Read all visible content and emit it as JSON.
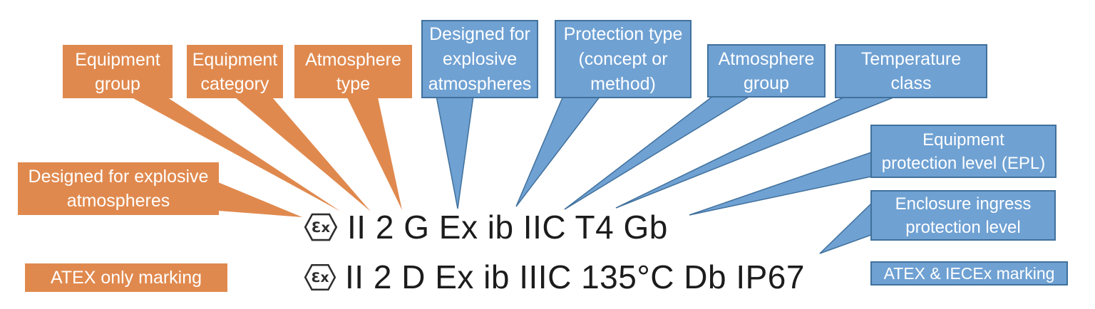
{
  "colors": {
    "orange_fill": "#e0894e",
    "blue_fill": "#6fa1d3",
    "blue_border": "#41719c",
    "marking_text": "#1c1c1c",
    "label_text": "#ffffff"
  },
  "callouts": {
    "equipment_group": [
      "Equipment",
      "group"
    ],
    "equipment_category": [
      "Equipment",
      "category"
    ],
    "atmosphere_type": [
      "Atmosphere",
      "type"
    ],
    "designed_for_explosive_atmospheres_blue": [
      "Designed for",
      "explosive",
      "atmospheres"
    ],
    "protection_type": [
      "Protection type",
      "(concept or",
      "method)"
    ],
    "atmosphere_group": [
      "Atmosphere",
      "group"
    ],
    "temperature_class": [
      "Temperature",
      "class"
    ],
    "equipment_protection_level": [
      "Equipment",
      "protection level (EPL)"
    ],
    "enclosure_ingress_protection_level": [
      "Enclosure ingress",
      "protection level"
    ],
    "atex_iecex_marking": "ATEX & IECEx marking",
    "designed_for_explosive_atmospheres_orange": [
      "Designed for explosive",
      "atmospheres"
    ],
    "atex_only_marking": "ATEX only marking"
  },
  "markings": {
    "logo_text": "Ɛx",
    "line1": "II 2 G Ex ib IIC T4 Gb",
    "line2": "II 2 D Ex ib IIIC 135°C Db IP67"
  }
}
